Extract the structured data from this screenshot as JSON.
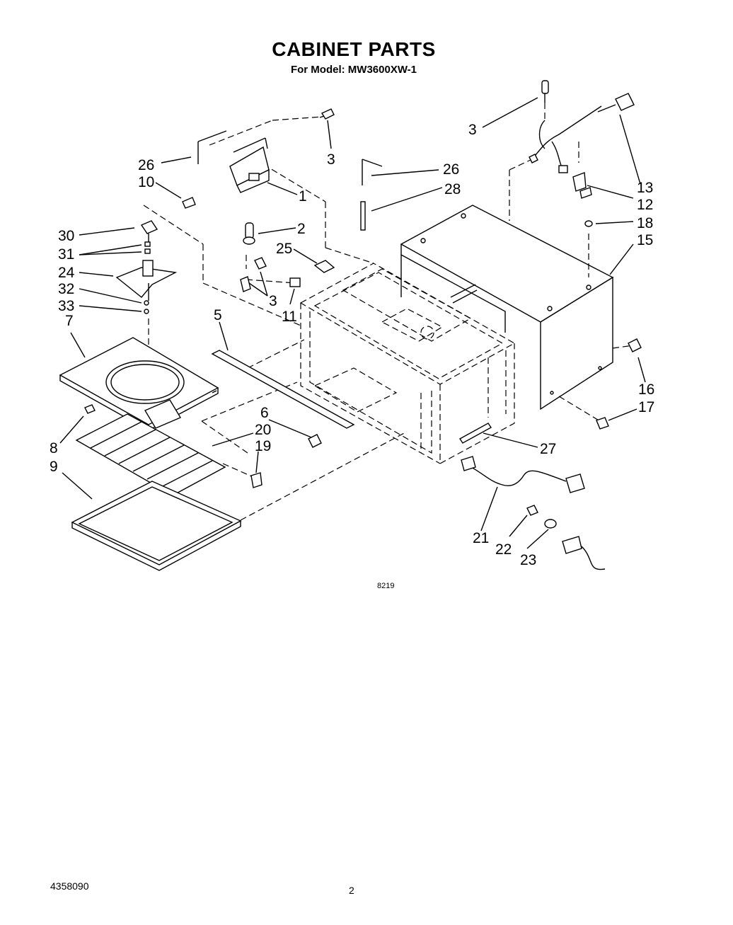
{
  "header": {
    "title": "CABINET PARTS",
    "subtitle": "For Model: MW3600XW-1"
  },
  "figure": {
    "figure_number": "8219",
    "callouts": [
      "3",
      "3",
      "3",
      "26",
      "26",
      "10",
      "1",
      "28",
      "13",
      "12",
      "2",
      "18",
      "15",
      "30",
      "31",
      "25",
      "24",
      "32",
      "33",
      "11",
      "7",
      "5",
      "16",
      "17",
      "6",
      "20",
      "8",
      "19",
      "27",
      "9",
      "21",
      "22",
      "23"
    ]
  },
  "footer": {
    "part_number": "4358090",
    "page_number": "2"
  }
}
